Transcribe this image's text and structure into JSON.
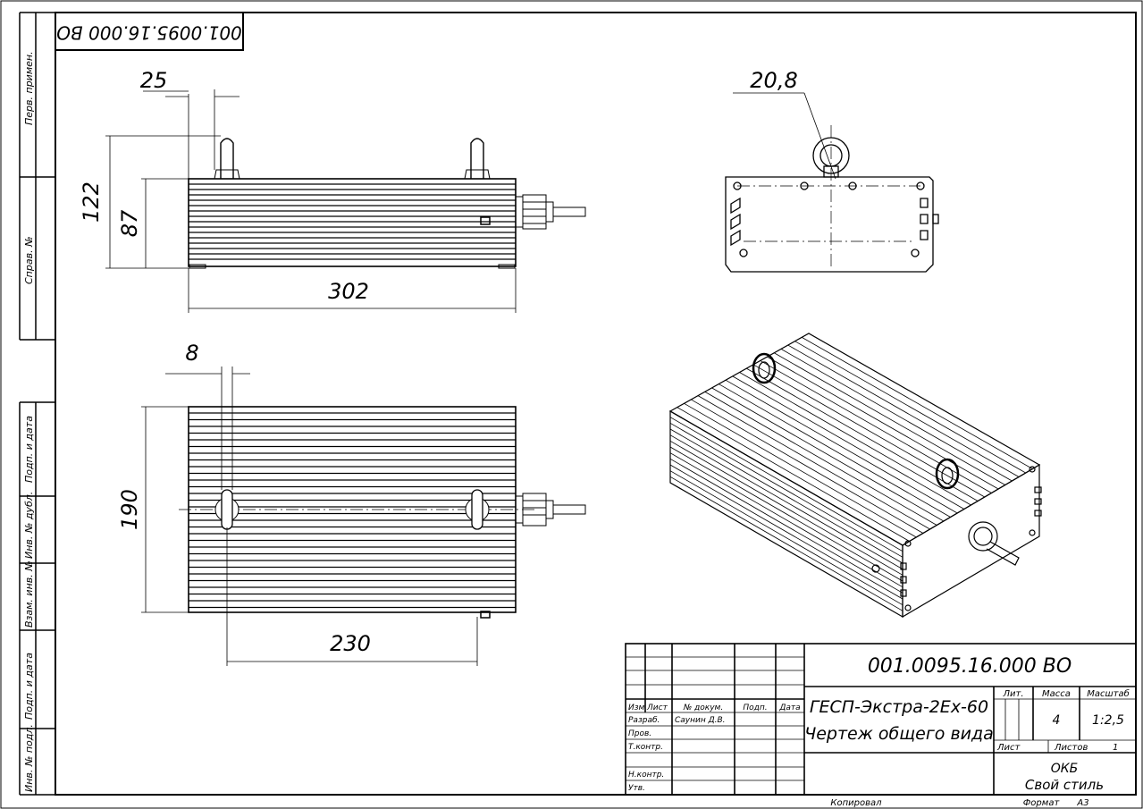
{
  "drawing": {
    "code_rotated": "001.0095.16.000 ВО",
    "code": "001.0095.16.000 ВО",
    "product_name": "ГЕСП-Экстра-2Ех-60",
    "document_name": "Чертеж общего вида",
    "company_line1": "ОКБ",
    "company_line2": "Свой стиль",
    "copied_label": "Копировал",
    "format_label": "Формат",
    "format_value": "А3"
  },
  "side_margin": {
    "perv_primen": "Перв. примен.",
    "sprav_no": "Справ. №",
    "podp_data_1": "Подп. и дата",
    "inv_dubl": "Инв. № дубл.",
    "vzam_inv": "Взам. инв. №",
    "podp_data_2": "Подп. и дата",
    "inv_podl": "Инв. № подл."
  },
  "dimensions": {
    "top_offset": "25",
    "height_total": "122",
    "height_body": "87",
    "length": "302",
    "side_offset": "8",
    "width": "190",
    "eyebolt_spacing": "230",
    "eyebolt_diameter": "20,8"
  },
  "title_block": {
    "izm": "Изм",
    "list": "Лист",
    "doc_no": "№ докум.",
    "podp": "Подп.",
    "data": "Дата",
    "razrab": "Разраб.",
    "razrab_name": "Саунин Д.В.",
    "prov": "Пров.",
    "tkontr": "Т.контр.",
    "nkontr": "Н.контр.",
    "utv": "Утв.",
    "lit": "Лит.",
    "massa": "Масса",
    "masshtab": "Масштаб",
    "mass_value": "4",
    "scale_value": "1:2,5",
    "sheet": "Лист",
    "sheets": "Листов",
    "sheets_value": "1"
  }
}
